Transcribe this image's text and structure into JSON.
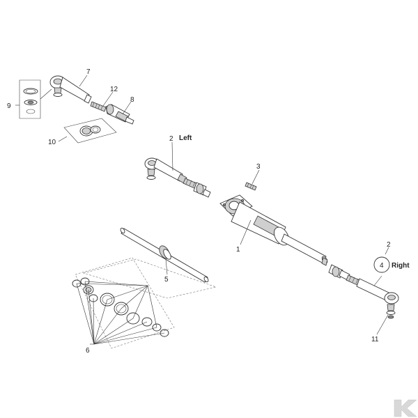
{
  "diagram": {
    "labels": {
      "l1": "1",
      "l2_left": "2",
      "left_word": "Left",
      "l2_right": "2",
      "l4": "4",
      "right_word": "Right",
      "l3": "3",
      "l5": "5",
      "l6": "6",
      "l7": "7",
      "l8": "8",
      "l9": "9",
      "l10": "10",
      "l11": "11",
      "l12": "12"
    },
    "brand_logo": "K",
    "colors": {
      "line": "#333333",
      "shade": "#cfcfcf",
      "dark": "#8d8d8d",
      "logo": "#d8d8d8"
    }
  }
}
